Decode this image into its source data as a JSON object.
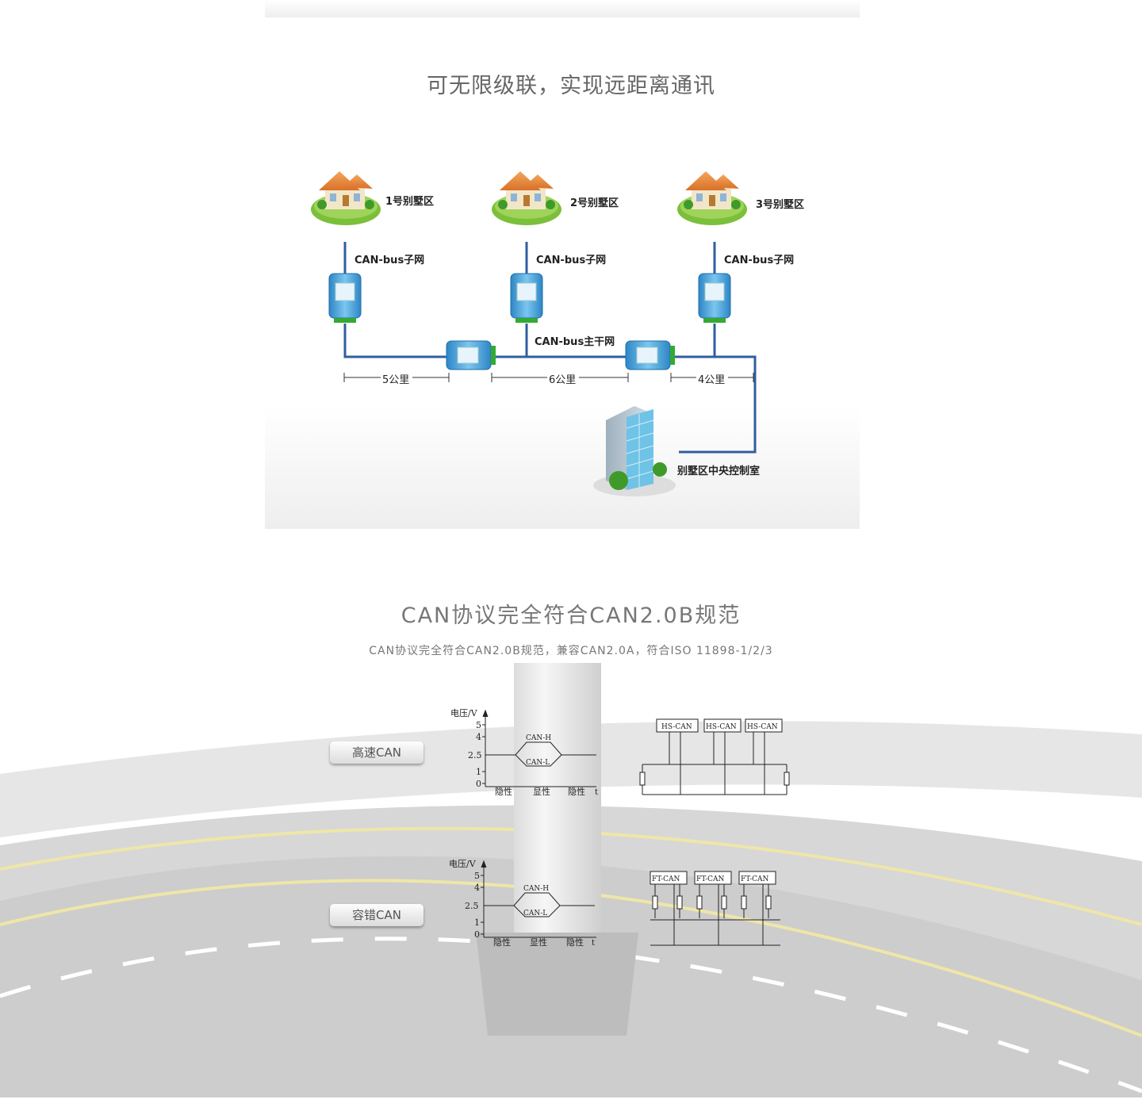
{
  "section1": {
    "title": "可无限级联，实现远距离通讯",
    "villas": [
      "1号别墅区",
      "2号别墅区",
      "3号别墅区"
    ],
    "subnet_label": "CAN-bus子网",
    "trunk_label": "CAN-bus主干网",
    "distances": [
      "5公里",
      "6公里",
      "4公里"
    ],
    "control_room": "别墅区中央控制室"
  },
  "section2": {
    "title": "CAN协议完全符合CAN2.0B规范",
    "subtitle": "CAN协议完全符合CAN2.0B规范，兼容CAN2.0A，符合ISO 11898-1/2/3",
    "high_speed_label": "高速CAN",
    "fault_tolerant_label": "容错CAN",
    "axis_label": "电压/V",
    "ticks_hs": [
      "5",
      "4",
      "2.5",
      "1",
      "0"
    ],
    "ticks_ft": [
      "5",
      "4",
      "2.5",
      "1",
      "0"
    ],
    "can_h": "CAN-H",
    "can_l": "CAN-L",
    "states": [
      "隐性",
      "显性",
      "隐性"
    ],
    "time_axis": "t",
    "hs_nodes": [
      "HS-CAN",
      "HS-CAN",
      "HS-CAN"
    ],
    "ft_nodes": [
      "FT-CAN",
      "FT-CAN",
      "FT-CAN"
    ]
  },
  "colors": {
    "line": "#2f5f9e",
    "roof": "#e98a3a",
    "device": "#4fa3d8"
  }
}
